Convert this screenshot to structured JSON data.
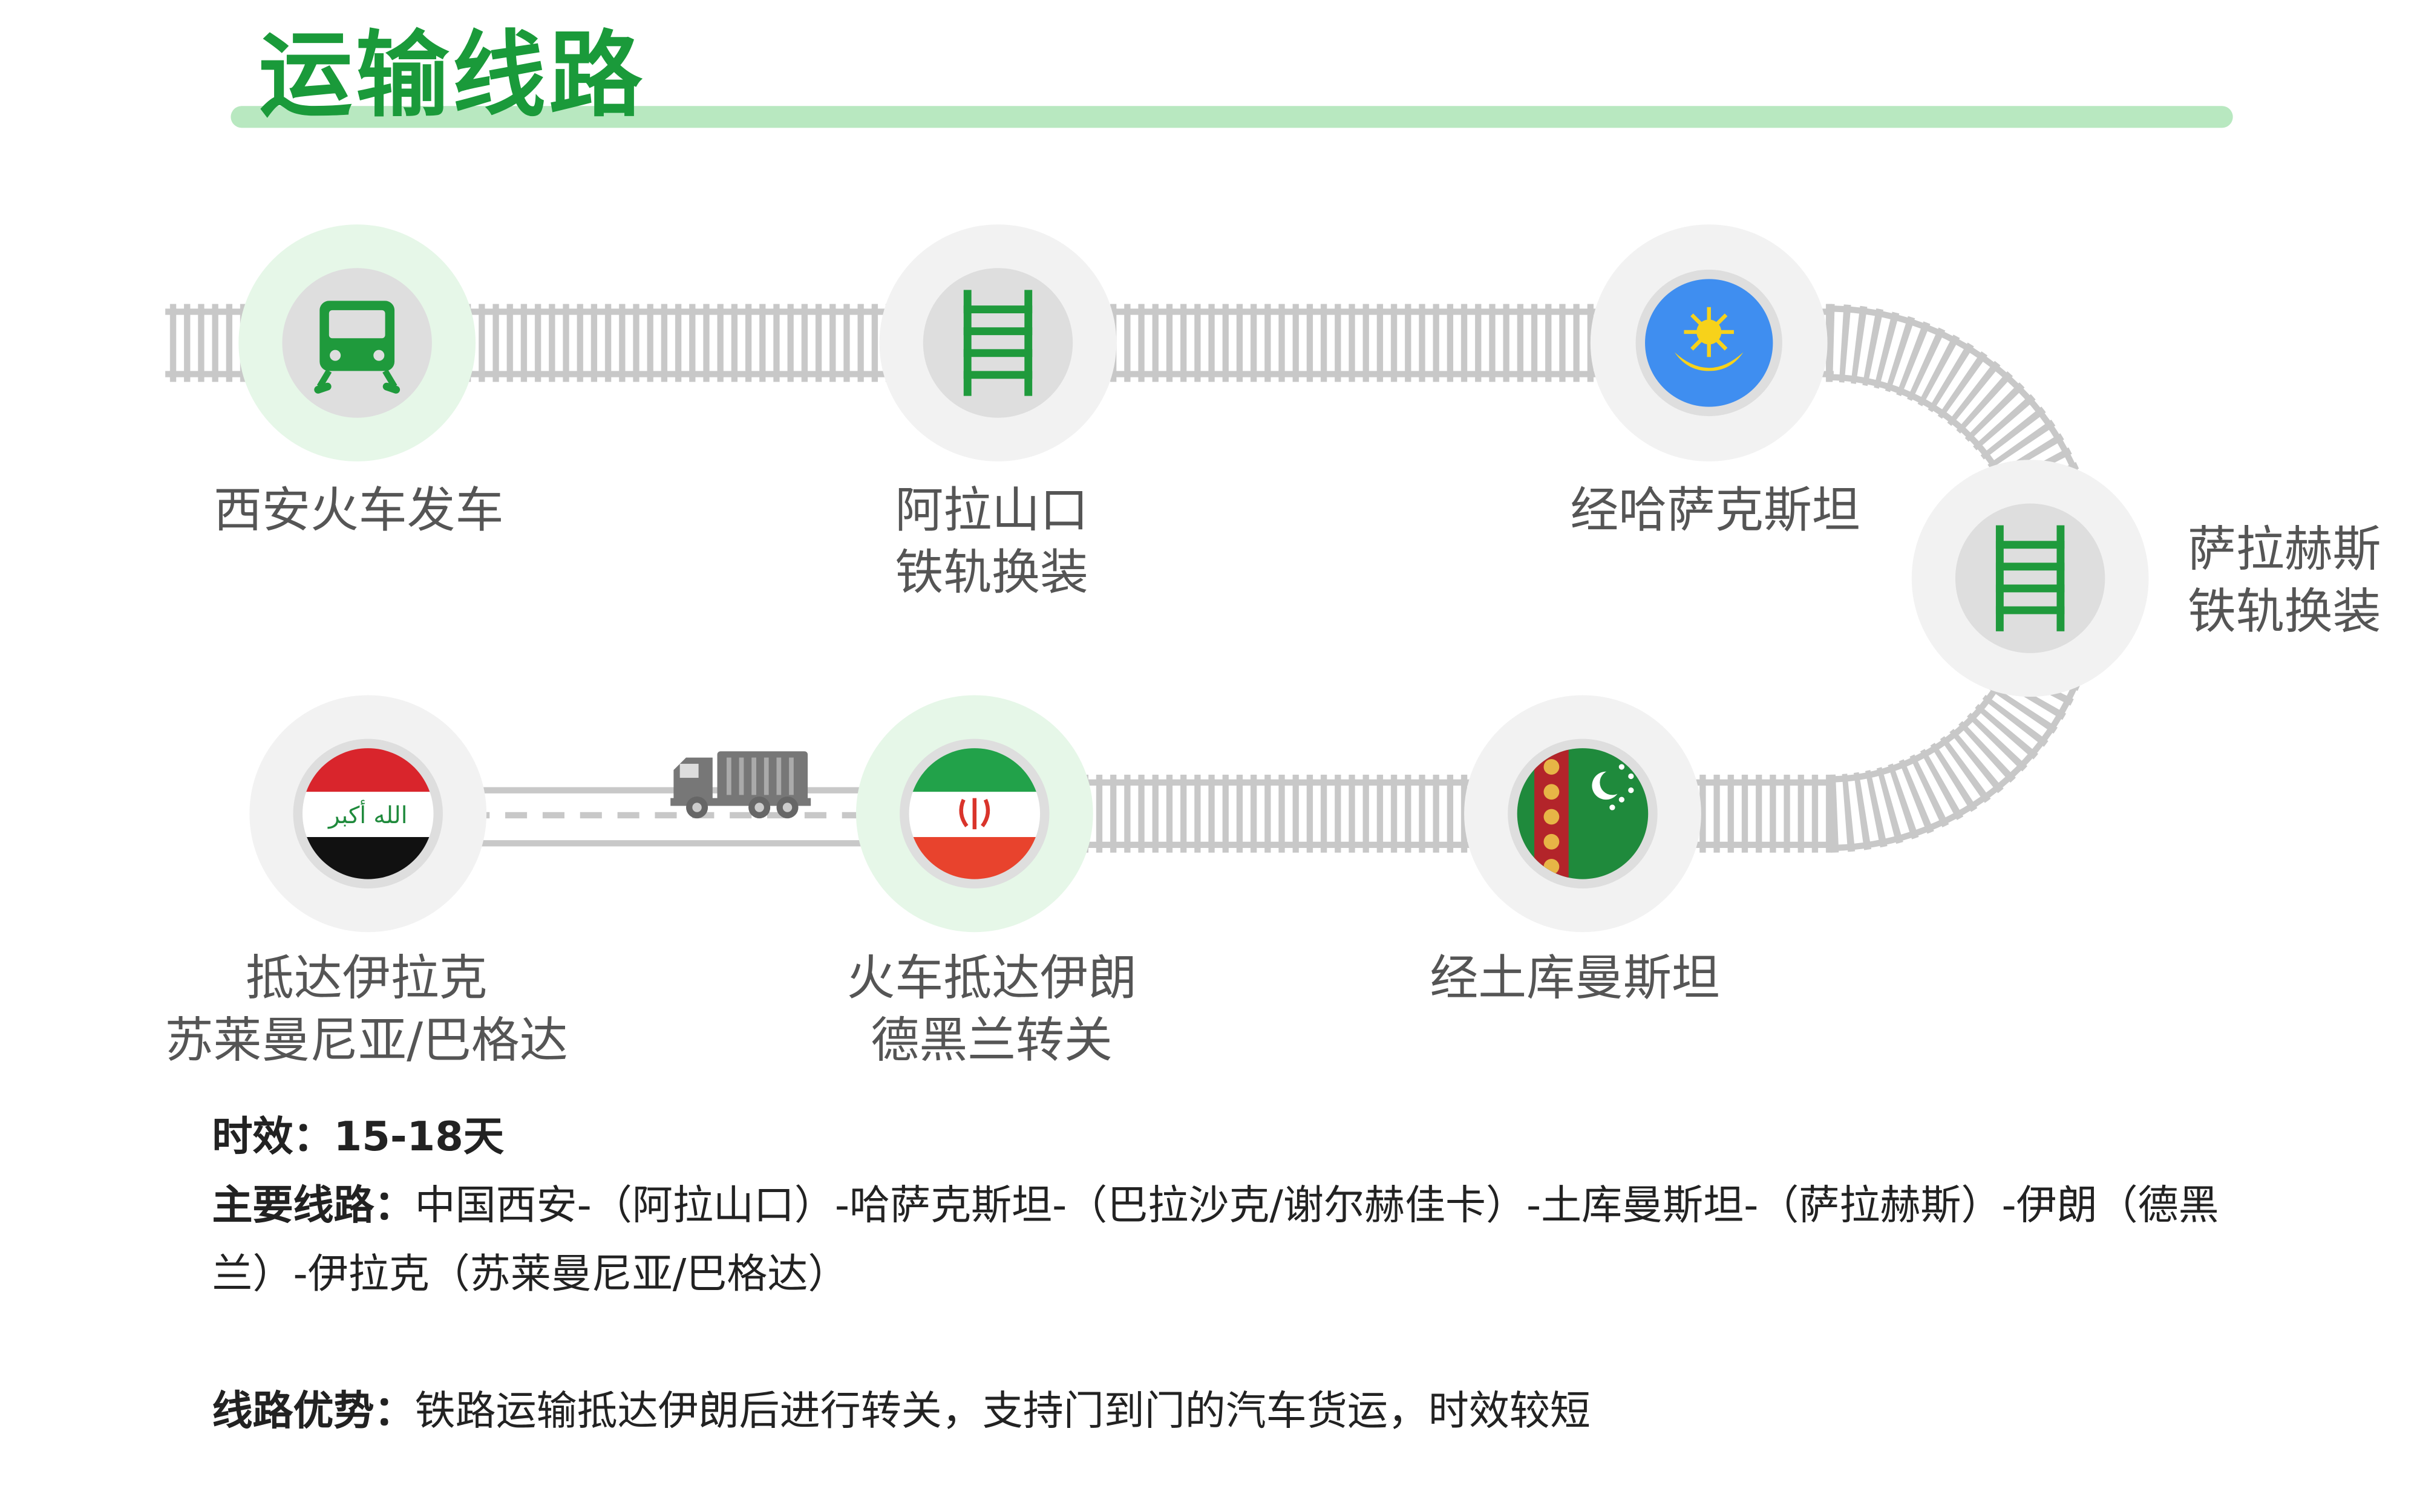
{
  "title": "运输线路",
  "stops": [
    {
      "line1": "西安火车发车",
      "line2": "",
      "icon": "train-icon"
    },
    {
      "line1": "阿拉山口",
      "line2": "铁轨换装",
      "icon": "rail-track-icon"
    },
    {
      "line1": "经哈萨克斯坦",
      "line2": "",
      "icon": "kazakhstan-flag-icon"
    },
    {
      "line1": "萨拉赫斯",
      "line2": "铁轨换装",
      "icon": "rail-track-icon"
    },
    {
      "line1": "经土库曼斯坦",
      "line2": "",
      "icon": "turkmenistan-flag-icon"
    },
    {
      "line1": "火车抵达伊朗",
      "line2": "德黑兰转关",
      "icon": "iran-flag-icon"
    },
    {
      "line1": "抵达伊拉克",
      "line2": "苏莱曼尼亚/巴格达",
      "icon": "iraq-flag-icon"
    }
  ],
  "flag_text": {
    "iraq": "الله أكبر"
  },
  "info": {
    "time_label": "时效：",
    "time_value": "15-18天",
    "route_label": "主要线路：",
    "route_value": "中国西安-（阿拉山口）-哈萨克斯坦-（巴拉沙克/谢尔赫佳卡）-土库曼斯坦-（萨拉赫斯）-伊朗（德黑兰）-伊拉克（苏莱曼尼亚/巴格达）",
    "advantage_label": "线路优势：",
    "advantage_value": "铁路运输抵达伊朗后进行转关，支持门到门的汽车货运，时效较短"
  },
  "colors": {
    "title_green": "#1a9a3a",
    "underline_green": "#b8e8c0",
    "track_gray": "#c8c8c8",
    "icon_green": "#1f9a3c",
    "circle_outer": "#f2f2f2",
    "circle_highlight": "#e6f7e8"
  }
}
